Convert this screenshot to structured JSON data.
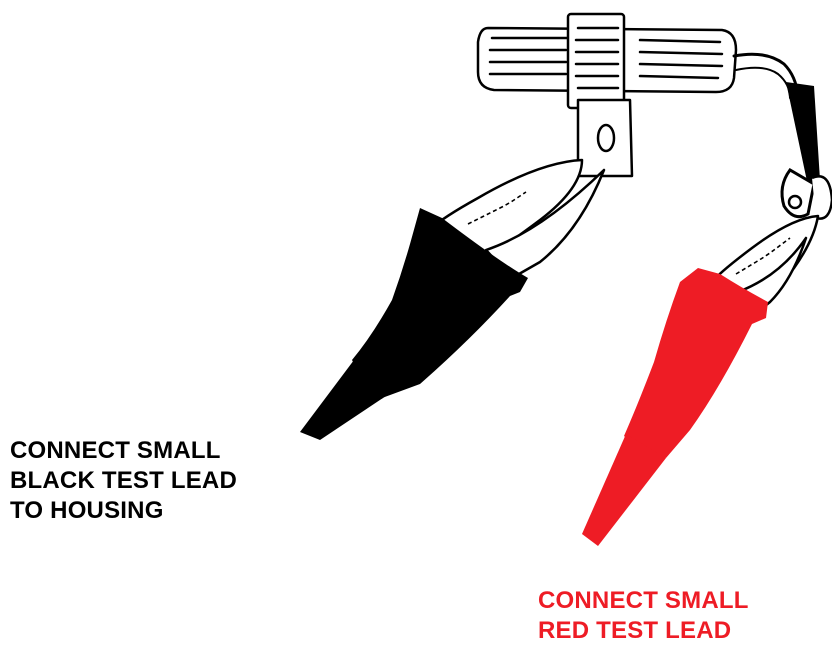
{
  "labels": {
    "black": [
      "CONNECT SMALL",
      "BLACK TEST LEAD",
      "TO HOUSING"
    ],
    "red": [
      "CONNECT SMALL",
      "RED TEST LEAD"
    ]
  },
  "colors": {
    "black_lead": "#000000",
    "red_lead": "#ee1c25",
    "black_text": "#000000",
    "red_text": "#ee1c25"
  },
  "icons": {
    "component": "cylindrical-housing-icon",
    "black_clip": "black-alligator-clip-icon",
    "red_clip": "red-alligator-clip-icon"
  }
}
